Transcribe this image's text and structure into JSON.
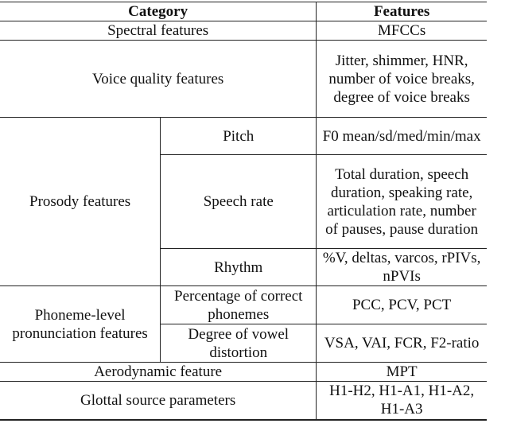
{
  "table": {
    "headers": [
      "Category",
      "Features"
    ],
    "rows": [
      {
        "category": "Spectral features",
        "features": "MFCCs"
      },
      {
        "category": "Voice quality features",
        "features": "Jitter, shimmer, HNR, number of voice breaks, degree of voice breaks"
      },
      {
        "category": "Prosody features",
        "subcategory": "Pitch",
        "features": "F0 mean/sd/med/min/max"
      },
      {
        "subcategory": "Speech rate",
        "features": "Total duration, speech duration, speaking rate, articulation rate, number of pauses, pause duration"
      },
      {
        "subcategory": "Rhythm",
        "features": "%V, deltas, varcos, rPIVs, nPVIs"
      },
      {
        "category": "Phoneme-level pronunciation features",
        "subcategory": "Percentage of correct phonemes",
        "features": "PCC, PCV, PCT"
      },
      {
        "subcategory": "Degree of vowel distortion",
        "features": "VSA, VAI, FCR, F2-ratio"
      },
      {
        "category": "Aerodynamic feature",
        "features": "MPT"
      },
      {
        "category": "Glottal source parameters",
        "features": "H1-H2, H1-A1, H1-A2, H1-A3"
      }
    ]
  }
}
